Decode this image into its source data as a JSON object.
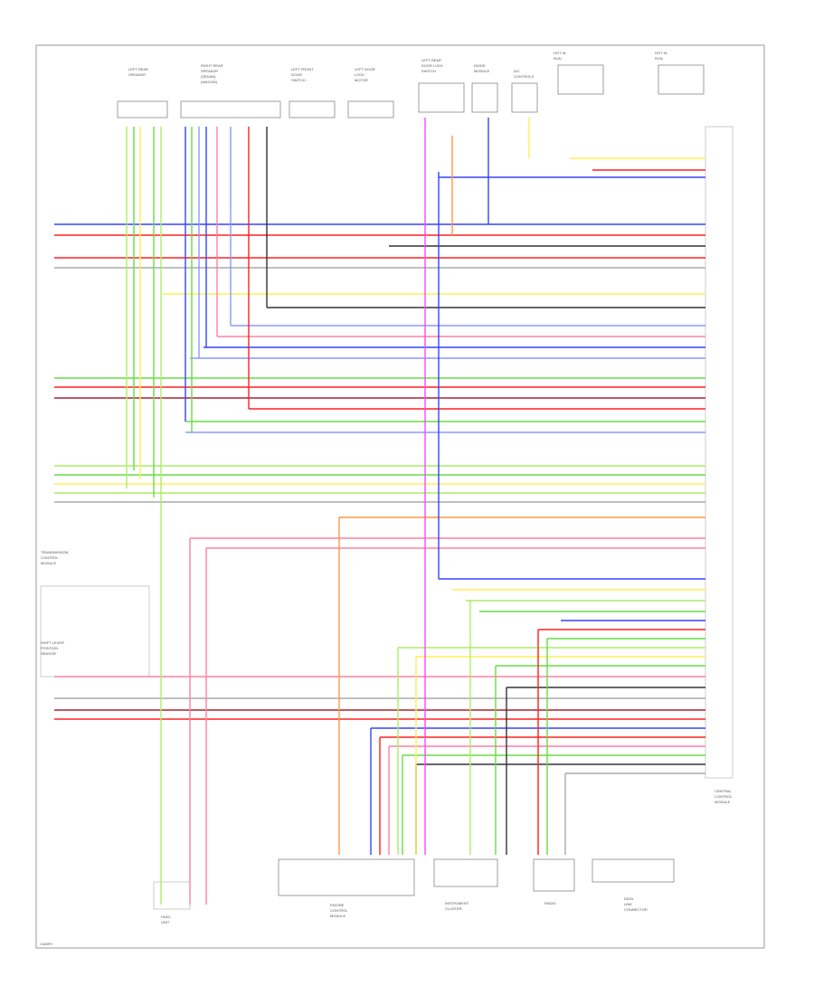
{
  "diagram": {
    "colors": {
      "red": "#ff2020",
      "pink": "#ff80a0",
      "green": "#66dd44",
      "light_green": "#aaee66",
      "yellow": "#ffee55",
      "blue": "#3344ff",
      "light_blue": "#8899ff",
      "orange": "#ff9944",
      "magenta": "#ff44ff",
      "black": "#333333",
      "gray": "#aaaaaa",
      "dark_red": "#aa2233"
    },
    "top_components": [
      {
        "id": "left-rear-speaker",
        "lines": [
          "LEFT REAR",
          "SPEAKER"
        ]
      },
      {
        "id": "right-rear-speaker",
        "lines": [
          "RIGHT REAR",
          "SPEAKER",
          "(SEDAN)",
          "(WAGON)"
        ]
      },
      {
        "id": "left-front-door-switch",
        "lines": [
          "LEFT FRONT",
          "DOOR",
          "SWITCH"
        ]
      },
      {
        "id": "left-door-lock-motor",
        "lines": [
          "LEFT DOOR",
          "LOCK",
          "MOTOR"
        ]
      },
      {
        "id": "left-rear-door-lock",
        "lines": [
          "LEFT REAR",
          "DOOR LOCK",
          "SWITCH"
        ]
      },
      {
        "id": "diode-module",
        "lines": [
          "DIODE",
          "MODULE"
        ]
      },
      {
        "id": "a-c-controls",
        "lines": [
          "A/C",
          "CONTROLS"
        ]
      },
      {
        "id": "hot-in-run-1",
        "lines": [
          "HOT IN",
          "RUN"
        ]
      },
      {
        "id": "hot-in-run-2",
        "lines": [
          "HOT IN",
          "RUN"
        ]
      }
    ],
    "bottom_components": [
      {
        "id": "hvac-unit",
        "lines": [
          "HVAC",
          "UNIT"
        ]
      },
      {
        "id": "engine-control-module",
        "lines": [
          "ENGINE",
          "CONTROL",
          "MODULE"
        ]
      },
      {
        "id": "instrument-cluster",
        "lines": [
          "INSTRUMENT",
          "CLUSTER"
        ]
      },
      {
        "id": "radio",
        "lines": [
          "RADIO"
        ]
      },
      {
        "id": "data-link-connector",
        "lines": [
          "DATA",
          "LINK",
          "CONNECTOR"
        ]
      }
    ],
    "right_module": {
      "lines": [
        "CENTRAL",
        "CONTROL",
        "MODULE"
      ]
    },
    "left_module": {
      "lines": [
        "TRANSMISSION",
        "CONTROL",
        "MODULE"
      ]
    },
    "annotations": [
      "SHIFT LEVER",
      "POSITION",
      "SENSOR"
    ],
    "page_code": "CAMRY"
  }
}
